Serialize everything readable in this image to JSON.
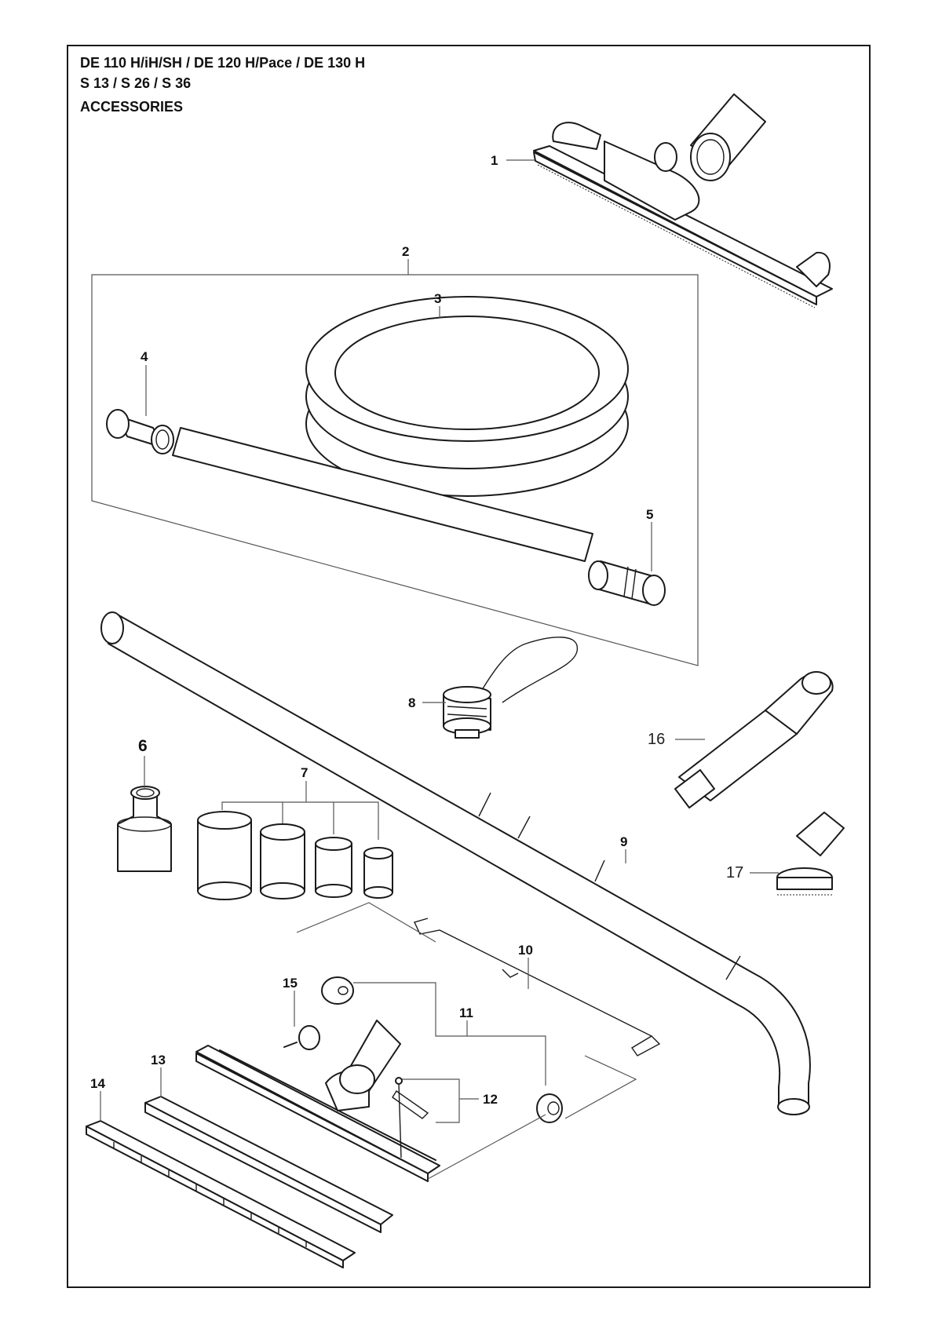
{
  "header": {
    "line1": "DE 110 H/iH/SH / DE 120 H/Pace / DE 130 H",
    "line2": "S 13 / S 26 / S 36",
    "line3": "ACCESSORIES"
  },
  "callouts": {
    "c1": "1",
    "c2": "2",
    "c3": "3",
    "c4": "4",
    "c5": "5",
    "c6": "6",
    "c7": "7",
    "c8": "8",
    "c9": "9",
    "c10": "10",
    "c11": "11",
    "c12": "12",
    "c13": "13",
    "c14": "14",
    "c15": "15",
    "c16": "16",
    "c17": "17"
  },
  "colors": {
    "line": "#1a1a1a",
    "background": "#ffffff"
  }
}
